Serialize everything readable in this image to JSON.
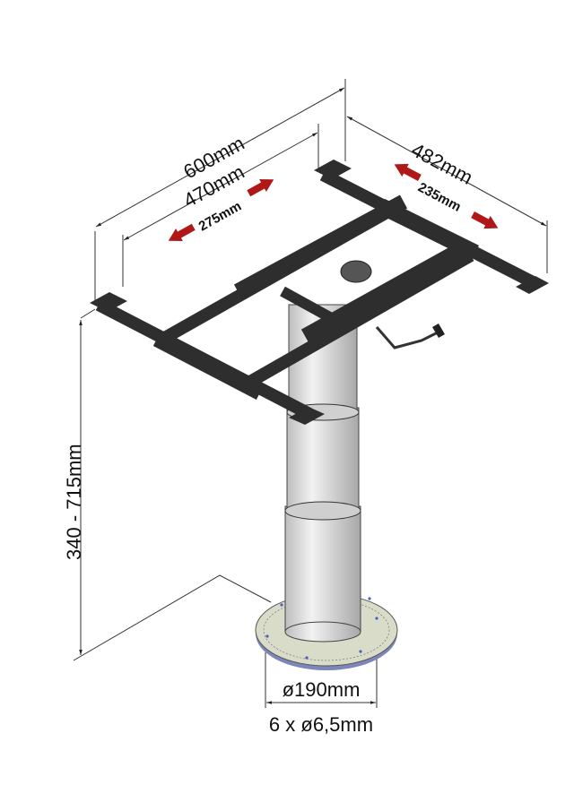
{
  "dimensions": {
    "total_length": "600mm",
    "rail_length": "470mm",
    "slide_length": "275mm",
    "total_width": "482mm",
    "slide_width": "235mm",
    "height_range": "340 - 715mm",
    "base_diameter": "ø190mm",
    "mounting_holes": "6 x ø6,5mm"
  },
  "colors": {
    "frame": "#3a3a3a",
    "arrow": "#b01818",
    "column": "#d8d8d8",
    "base": "#d9dcc8"
  }
}
